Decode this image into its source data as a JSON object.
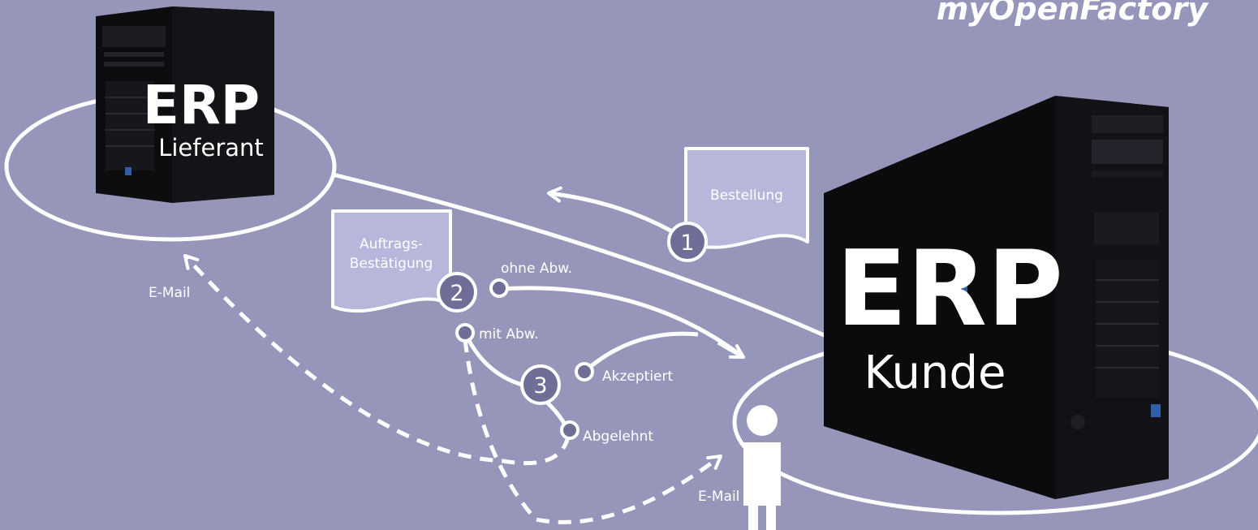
{
  "brand": {
    "logo_text": "myOpenFactory"
  },
  "supplier": {
    "system": "ERP",
    "role": "Lieferant"
  },
  "customer": {
    "system": "ERP",
    "role": "Kunde"
  },
  "documents": {
    "order": "Bestellung",
    "confirmation_line1": "Auftrags-",
    "confirmation_line2": "Bestätigung"
  },
  "steps": {
    "step1": "1",
    "step2": "2",
    "step3": "3"
  },
  "branches": {
    "without_deviation": "ohne Abw.",
    "with_deviation": "mit Abw.",
    "accepted": "Akzeptiert",
    "rejected": "Abgelehnt"
  },
  "notifications": {
    "email_supplier": "E-Mail",
    "email_customer": "E-Mail"
  },
  "colors": {
    "background": "#9696bb",
    "tower": "#0d0d0f",
    "document_fill": "#b7b7dc",
    "step_circle": "#6f6e97",
    "line": "#ffffff"
  }
}
